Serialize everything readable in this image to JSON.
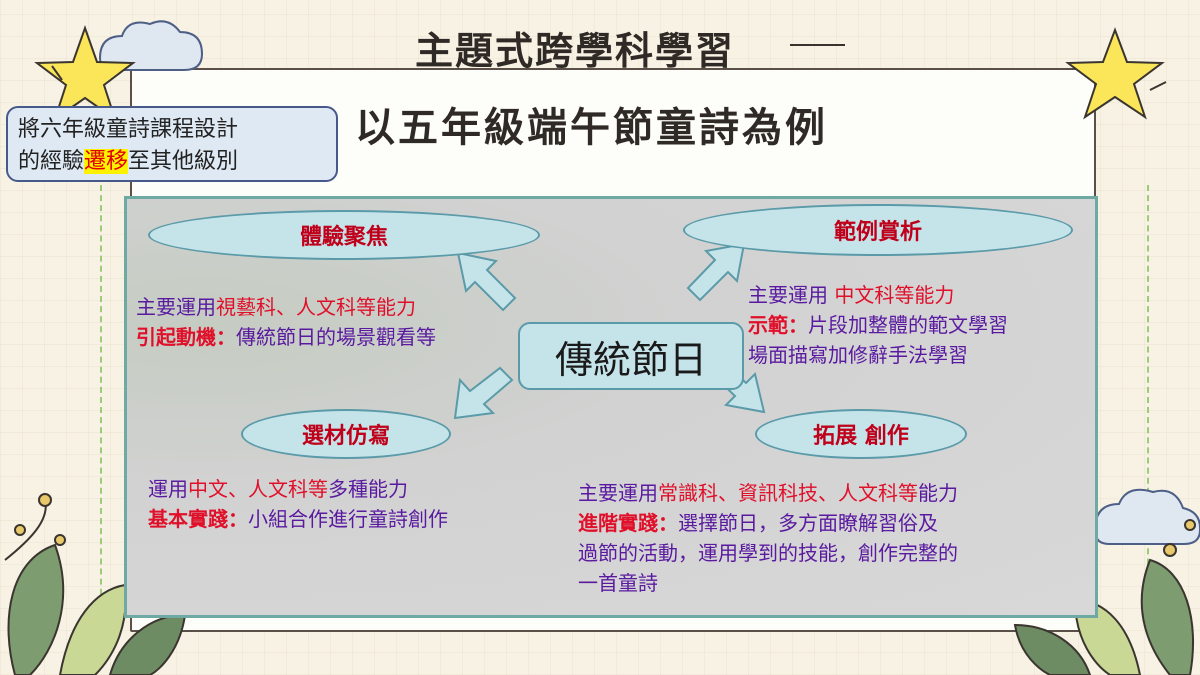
{
  "title": "主題式跨學科學習",
  "subtitle": "以五年級端午節童詩為例",
  "callout": {
    "line1": "將六年級童詩課程設計",
    "line2_a": "的經驗",
    "line2_hl": "遷移",
    "line2_b": "至其他級別"
  },
  "diagram": {
    "center": "傳統節日",
    "nodes": {
      "experience": "體驗聚焦",
      "analysis": "範例賞析",
      "imitation": "選材仿寫",
      "creation": "拓展 創作"
    },
    "experience_text": {
      "l1_a": "主要運用",
      "l1_b": "視藝科、人文科等能力",
      "l2_a": "引起動機：",
      "l2_b": "傳統節日的場景觀看等"
    },
    "analysis_text": {
      "l1_a": "主要運用",
      "l1_b": "中文科等能力",
      "l2_a": "示範：",
      "l2_b": "片段加整體的範文學習",
      "l3": "場面描寫加修辭手法學習"
    },
    "imitation_text": {
      "l1_a": "運用",
      "l1_b": "中文、人文科等",
      "l1_c": "多種能力",
      "l2_a": "基本實踐：",
      "l2_b": "小組合作進行童詩創作"
    },
    "creation_text": {
      "l1_a": "主要運用",
      "l1_b": "常識科、資訊科技、人文科等",
      "l1_c": "能力",
      "l2_a": "進階實踐：",
      "l2_b": "選擇節日，多方面瞭解習俗及",
      "l3": "過節的活動，運用學到的技能，創作完整的",
      "l4": "一首童詩"
    }
  },
  "colors": {
    "node_fill": "#c5e4ea",
    "node_border": "#5b9aa8",
    "node_text": "#c0001a",
    "body_text": "#5a1aa0",
    "emphasis": "#e0102a",
    "highlight": "#fff200"
  }
}
